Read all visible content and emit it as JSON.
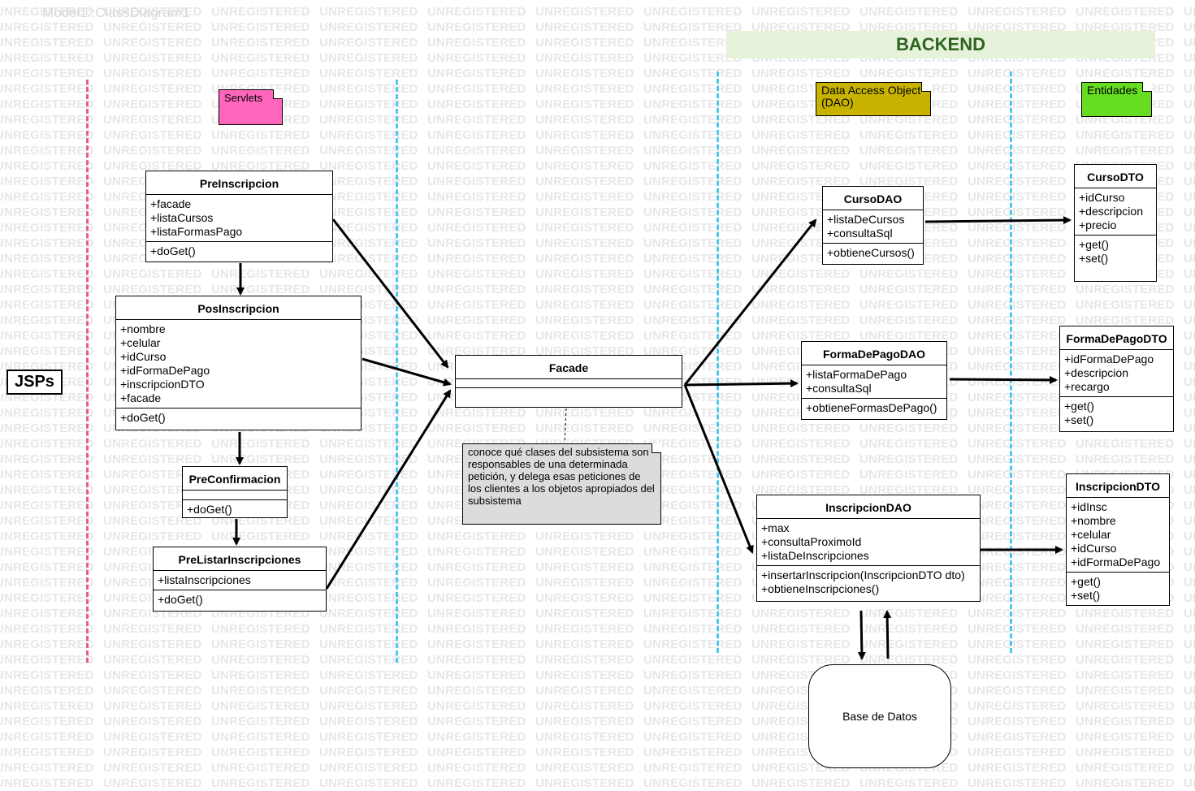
{
  "watermark": "UNREGISTERED",
  "diagram_title": "Model1::ClassDiagram1",
  "backend_label": "BACKEND",
  "jsps_label": "JSPs",
  "notes": {
    "servlets": "Servlets",
    "dao": "Data Access Object (DAO)",
    "entidades": "Entidades",
    "facade_note": "conoce qué clases del subsistema son responsables de una determinada petición, y delega esas peticiones de los clientes a los objetos apropiados del subsistema"
  },
  "colors": {
    "servlets_note": "#ff66bb",
    "dao_note": "#c8b400",
    "entidades_note": "#66dd22",
    "facade_note": "#dcdcdc",
    "pink_line": "#e65a96",
    "blue_line": "#4dc7ec",
    "backend_band": "#e6f2da"
  },
  "classes": {
    "preinscripcion": {
      "name": "PreInscripcion",
      "attributes": [
        "+facade",
        "+listaCursos",
        "+listaFormasPago"
      ],
      "operations": [
        "+doGet()"
      ]
    },
    "posinscripcion": {
      "name": "PosInscripcion",
      "attributes": [
        "+nombre",
        "+celular",
        "+idCurso",
        "+idFormaDePago",
        "+inscripcionDTO",
        "+facade"
      ],
      "operations": [
        "+doGet()"
      ]
    },
    "preconfirmacion": {
      "name": "PreConfirmacion",
      "attributes": [],
      "operations": [
        "+doGet()"
      ]
    },
    "prelistarinscripciones": {
      "name": "PreListarInscripciones",
      "attributes": [
        "+listaInscripciones"
      ],
      "operations": [
        "+doGet()"
      ]
    },
    "facade": {
      "name": "Facade",
      "attributes": [],
      "operations": []
    },
    "cursodao": {
      "name": "CursoDAO",
      "attributes": [
        "+listaDeCursos",
        "+consultaSql"
      ],
      "operations": [
        "+obtieneCursos()"
      ]
    },
    "formadepagodao": {
      "name": "FormaDePagoDAO",
      "attributes": [
        "+listaFormaDePago",
        "+consultaSql"
      ],
      "operations": [
        "+obtieneFormasDePago()"
      ]
    },
    "inscripciondao": {
      "name": "InscripcionDAO",
      "attributes": [
        "+max",
        "+consultaProximoId",
        "+listaDeInscripciones"
      ],
      "operations": [
        "+insertarInscripcion(InscripcionDTO dto)",
        "+obtieneInscripciones()"
      ]
    },
    "cursodto": {
      "name": "CursoDTO",
      "attributes": [
        "+idCurso",
        "+descripcion",
        "+precio"
      ],
      "operations": [
        "+get()",
        "+set()"
      ]
    },
    "formadepagodto": {
      "name": "FormaDePagoDTO",
      "attributes": [
        "+idFormaDePago",
        "+descripcion",
        "+recargo"
      ],
      "operations": [
        "+get()",
        "+set()"
      ]
    },
    "inscripciondto": {
      "name": "InscripcionDTO",
      "attributes": [
        "+idInsc",
        "+nombre",
        "+celular",
        "+idCurso",
        "+idFormaDePago"
      ],
      "operations": [
        "+get()",
        "+set()"
      ]
    }
  },
  "database": {
    "label": "Base de Datos"
  }
}
